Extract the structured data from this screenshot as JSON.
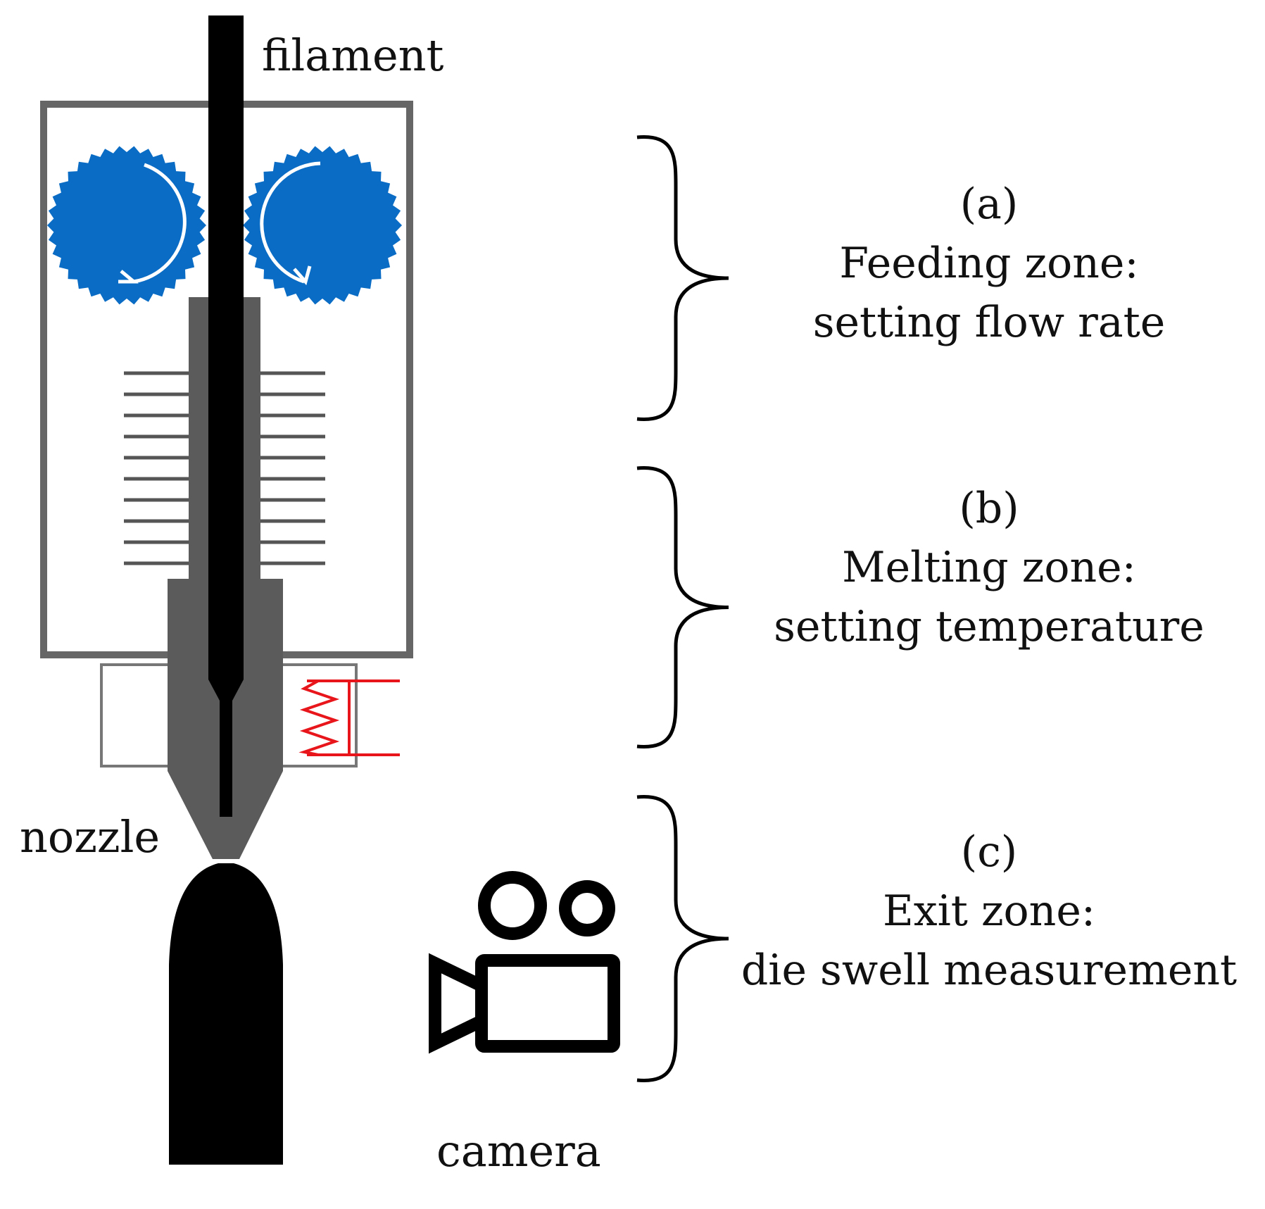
{
  "labels": {
    "filament": "filament",
    "nozzle": "nozzle",
    "camera": "camera"
  },
  "zones": [
    {
      "id": "a",
      "tag": "(a)",
      "title": "Feeding zone:",
      "desc": "setting flow rate"
    },
    {
      "id": "b",
      "tag": "(b)",
      "title": "Melting zone:",
      "desc": "setting temperature"
    },
    {
      "id": "c",
      "tag": "(c)",
      "title": "Exit zone:",
      "desc": "die swell measurement"
    }
  ],
  "colors": {
    "gear": "#0a6cc4",
    "filament": "#000000",
    "heater_coil": "#e8161b",
    "housing": "#666666",
    "heatsink": "#555555",
    "nozzle_body": "#5b5b5b"
  }
}
